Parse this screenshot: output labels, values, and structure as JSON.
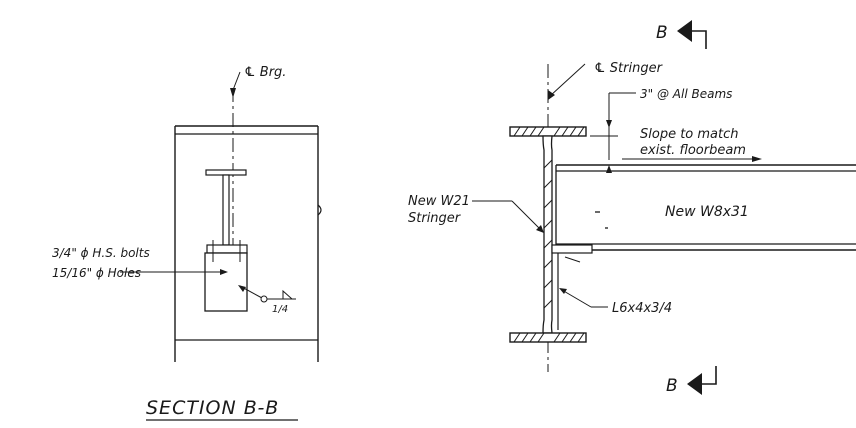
{
  "left_view": {
    "cl_label": "℄ Brg.",
    "bolt_label_1": "3/4\" ϕ H.S. bolts",
    "bolt_label_2": "15/16\" ϕ Holes",
    "weld_size": "1/4"
  },
  "right_view": {
    "cl_label": "℄ Stringer",
    "dim_label": "3\" @ All Beams",
    "slope_label_1": "Slope to match",
    "slope_label_2": "exist. floorbeam",
    "stringer_label_1": "New W21",
    "stringer_label_2": "Stringer",
    "beam_label": "New W8x31",
    "angle_label": "L6x4x3/4",
    "cut_top": "B",
    "cut_bottom": "B"
  },
  "section_title": "SECTION B-B"
}
